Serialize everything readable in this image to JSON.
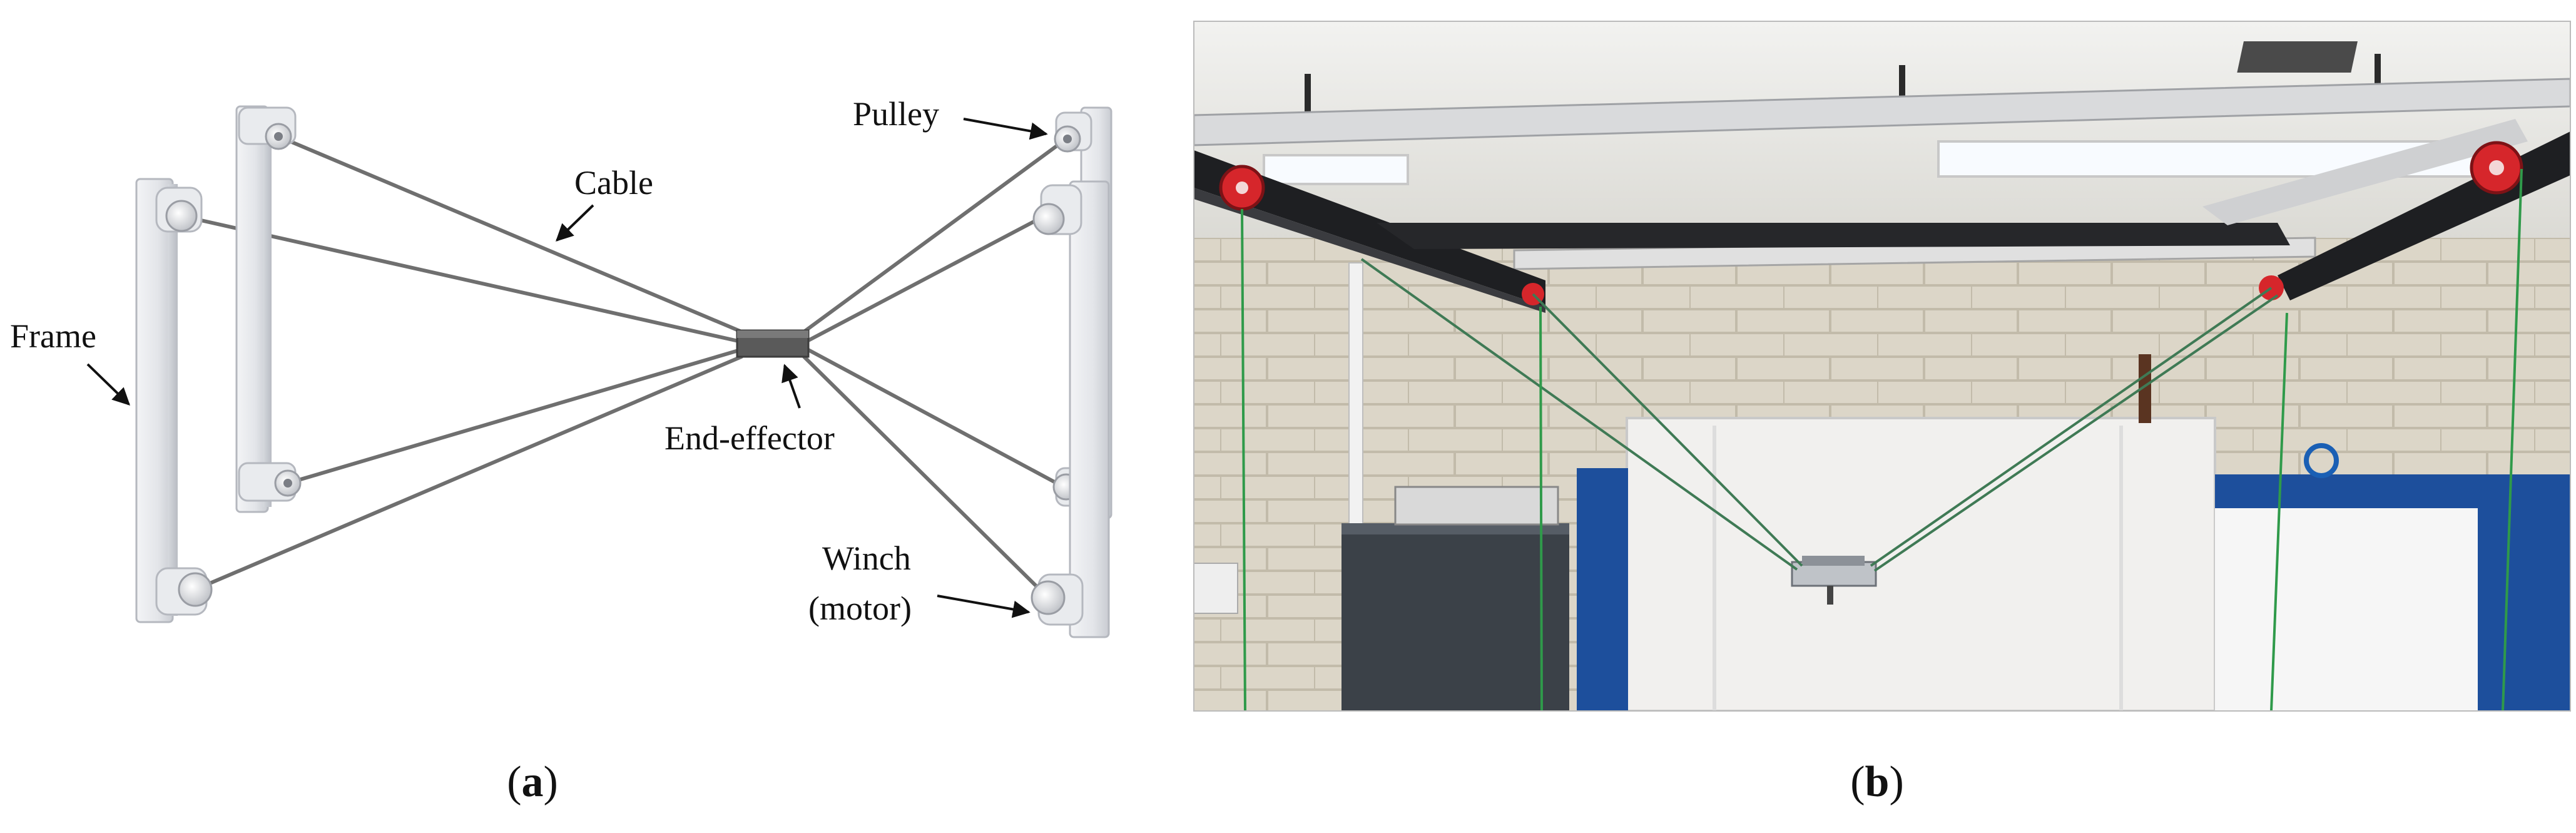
{
  "panel_a": {
    "labels": {
      "pulley": "Pulley",
      "cable": "Cable",
      "frame": "Frame",
      "end_effector": "End-effector",
      "winch_line1": "Winch",
      "winch_line2": "(motor)"
    },
    "caption": {
      "open": "(",
      "letter": "a",
      "close": ")"
    }
  },
  "panel_b": {
    "caption": {
      "open": "(",
      "letter": "b",
      "close": ")"
    }
  },
  "colors": {
    "frame": "#e6e8ec",
    "cable": "#6f6f6f",
    "end_effector": "#5a5a5a",
    "wall": "#ddd8cc",
    "ceiling": "#eeeeee",
    "blue_frame": "#1d4f9c",
    "green_cable": "#2f9a4a",
    "wheel_red": "#d6262b"
  }
}
